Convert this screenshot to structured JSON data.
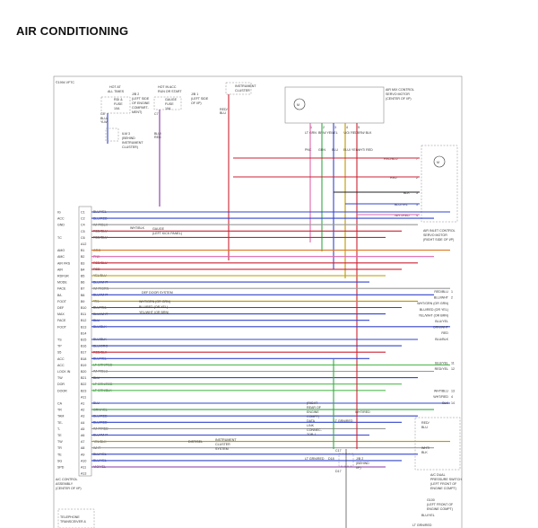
{
  "title": "AIR CONDITIONING",
  "copyright": "©1994 VFTC",
  "top_boxes": [
    {
      "id": "at",
      "lines": [
        "HOT AT",
        "ALL TIMES"
      ]
    },
    {
      "id": "acc",
      "lines": [
        "HOT IN ACC",
        "RUN OR START"
      ]
    }
  ],
  "fuse_left": [
    "J/B 2",
    "(LEFT SIDE",
    "OF ENGINE",
    "COMPART-",
    "MENT)"
  ],
  "fuse_left_id": [
    "RDI &",
    "FUSE",
    "10A"
  ],
  "fuse_mid_id": [
    "GAUGE",
    "FUSE",
    "10A"
  ],
  "fuse_right": [
    "J/B 1",
    "(LEFT SIDE",
    "OF I/P)"
  ],
  "instrument_cluster_top": [
    "INSTRUMENT",
    "CLUSTER"
  ],
  "wire_top_labels": {
    "c8": "C8",
    "blu_ylw": [
      "BLU/",
      "YLW"
    ],
    "c7": "C7",
    "blu_red": [
      "BLU/",
      "RED"
    ],
    "reu_blu": [
      "RED/",
      "BLU"
    ]
  },
  "ilm_label": [
    "ILM 3",
    "(BEHIND",
    "INSTRUMENT",
    "CLUSTER)"
  ],
  "servo_top": [
    "AIR MIX CONTROL",
    "SERVO MOTOR",
    "(CENTER OF I/P)"
  ],
  "servo_top_pins": [
    "1",
    "2",
    "3",
    "4",
    "5"
  ],
  "servo_top_wires": [
    "LT GRN",
    "BRN/ YEL",
    "YEL",
    "VIO/ RED",
    "BRN/ BLK"
  ],
  "servo_bottom_wires": [
    "PNK",
    "GRN",
    "BLU",
    "BLU/ YEL",
    "WHT/ RED"
  ],
  "right_conn_wires": [
    {
      "label": "RED/BLU",
      "pin": "7"
    },
    {
      "label": "RED",
      "pin": "2"
    },
    {
      "label": "BLK",
      "pin": "5"
    },
    {
      "label": "BLU/YEL",
      "pin": "3"
    },
    {
      "label": "WHT/RED",
      "pin": "4"
    }
  ],
  "servo_right": [
    "AIR INLET CONTROL",
    "SERVO MOTOR",
    "(RIGHT SIDE OF I/P)"
  ],
  "left_pins": [
    {
      "pin": "C1",
      "wire": "BLU/YEL",
      "func": "IG"
    },
    {
      "pin": "C2",
      "wire": "BLU/RED",
      "func": "ACC"
    },
    {
      "pin": "C4",
      "wire": "WHT/BLK",
      "func": "GND"
    },
    {
      "pin": "C5",
      "wire": "RED/BLU",
      "func": ""
    },
    {
      "pin": "C6",
      "wire": "RED/BLU",
      "func": "TC"
    },
    {
      "pin": "A12",
      "wire": "",
      "func": ""
    },
    {
      "pin": "B1",
      "wire": "ORG",
      "func": "AMO"
    },
    {
      "pin": "B2",
      "wire": "PNK",
      "func": "AMC"
    },
    {
      "pin": "B3",
      "wire": "RED/BLU",
      "func": "AIR FRS"
    },
    {
      "pin": "B4",
      "wire": "RED",
      "func": "AIR"
    },
    {
      "pin": "B5",
      "wire": "YEL/BLU",
      "func": "RDFGR"
    },
    {
      "pin": "B6",
      "wire": "BLU/WHT",
      "func": "MODE"
    },
    {
      "pin": "B7",
      "wire": "WHT/GRN",
      "func": "FACE"
    },
    {
      "pin": "B8",
      "wire": "BLU/WHT",
      "func": "B/L"
    },
    {
      "pin": "B9",
      "wire": "YEL",
      "func": "FOOT"
    },
    {
      "pin": "B10",
      "wire": "BLU/YEL",
      "func": "DEF"
    },
    {
      "pin": "B11",
      "wire": "BLU/WHT",
      "func": "MAX"
    },
    {
      "pin": "B12",
      "wire": "BLU",
      "func": "FACE"
    },
    {
      "pin": "B13",
      "wire": "BLU/BLK",
      "func": "FOOT"
    },
    {
      "pin": "B14",
      "wire": "",
      "func": ""
    },
    {
      "pin": "B15",
      "wire": "BLU/BLK",
      "func": "TS"
    },
    {
      "pin": "B16",
      "wire": "BLU/ORG",
      "func": "TP"
    },
    {
      "pin": "B17",
      "wire": "RED/BLK",
      "func": "S5"
    },
    {
      "pin": "B18",
      "wire": "BLU/YEL",
      "func": "ACC"
    },
    {
      "pin": "B19",
      "wire": "LT GRN/RED",
      "func": "ACC"
    },
    {
      "pin": "B20",
      "wire": "WHT/BLU",
      "func": "LOCK IN"
    },
    {
      "pin": "B21",
      "wire": "BLU",
      "func": "TW"
    },
    {
      "pin": "B22",
      "wire": "LT GRN/RED",
      "func": "DOR"
    },
    {
      "pin": "B23",
      "wire": "LT GRN/BLK",
      "func": "DOOR"
    },
    {
      "pin": "A11",
      "wire": "",
      "func": ""
    },
    {
      "pin": "A1",
      "wire": "BLU",
      "func": "CA"
    },
    {
      "pin": "A2",
      "wire": "GRN/YEL",
      "func": "TR"
    },
    {
      "pin": "A3",
      "wire": "BLU/RED",
      "func": "TAM"
    },
    {
      "pin": "A4",
      "wire": "BLU/RED",
      "func": "TE-"
    },
    {
      "pin": "A5",
      "wire": "WHT/RED",
      "func": "T-"
    },
    {
      "pin": "A6",
      "wire": "BLU/WHT",
      "func": "TE"
    },
    {
      "pin": "A7",
      "wire": "YEL/BLK",
      "func": "TW"
    },
    {
      "pin": "A8",
      "wire": "WHT",
      "func": "TR"
    },
    {
      "pin": "A9",
      "wire": "BLU/YEL",
      "func": "TE"
    },
    {
      "pin": "A10",
      "wire": "BLU/YEL",
      "func": "SG"
    },
    {
      "pin": "A11",
      "wire": "VIO/YEL",
      "func": "SPD"
    },
    {
      "pin": "A13",
      "wire": "",
      "func": ""
    }
  ],
  "right_edge_labels": [
    {
      "label": "RED/BLU",
      "pin": "1"
    },
    {
      "label": "BLU/WHT",
      "pin": "2"
    },
    {
      "label": "WHT/GRN (OR GRN)",
      "pin": ""
    },
    {
      "label": "BLU/RED (OR YEL)",
      "pin": ""
    },
    {
      "label": "YEL/WHT (OR BRN)",
      "pin": ""
    },
    {
      "label": "BLU/YEL",
      "pin": ""
    },
    {
      "label": "GRN/WHT",
      "pin": ""
    },
    {
      "label": "RED",
      "pin": ""
    },
    {
      "label": "BLU/BLK",
      "pin": ""
    },
    {
      "label": "BLU/YEL",
      "pin": "11"
    },
    {
      "label": "RED/YEL",
      "pin": "12"
    },
    {
      "label": "WHT/BLU",
      "pin": "13"
    },
    {
      "label": "WHT/RED",
      "pin": "4"
    },
    {
      "label": "BLK",
      "pin": "14"
    }
  ],
  "mid_labels": [
    {
      "text": "GAUGE",
      "sub": "(LEFT KICK PANEL)"
    },
    {
      "text": "DEF DOOR SYSTEM"
    },
    {
      "text": "WHT/GRN (OR GRN)"
    },
    {
      "text": "BLU/RED (OR YEL)"
    },
    {
      "text": "YEL/WHT (OR BRN)"
    }
  ],
  "cluster_label": [
    "INSTRUMENT",
    "CLUSTER",
    "SYSTEM"
  ],
  "cluster_wire": "DIST/SEL",
  "engine_note": [
    "(RIGHT",
    "REAR OF",
    "ENGINE",
    "COMPT)",
    "DATA",
    "LINK",
    "CONNEC-",
    "TOR 1"
  ],
  "engine_wires": [
    "LT GRN/RED",
    "WHT/RED",
    "LT GRN/RED"
  ],
  "jb_note": [
    "J/B 2",
    "(BEHIND",
    "I/P)"
  ],
  "jb_pins": [
    "C17",
    "D18",
    "D17"
  ],
  "dual_switch": [
    "A/C DUAL",
    "PRESSURE SWITCH",
    "(LEFT FRONT OF",
    "ENGINE COMPT)"
  ],
  "dual_switch_wires": [
    "RED/",
    "BLU",
    "WHT/",
    "BLK"
  ],
  "ground": [
    "G100",
    "(LEFT FRONT OF",
    "ENGINE COMPT)"
  ],
  "ac_control": [
    "A/C CONTROL",
    "ASSEMBLY",
    "(CENTER OF I/P)"
  ],
  "transceiver": [
    "TELEPHONE",
    "TRANSCEIVER &"
  ],
  "bottom_right": [
    "BLU/YEL",
    "LT GRN/RED"
  ],
  "colors": {
    "accent": "#cc2233",
    "line": "#222222",
    "blue": "#3344cc",
    "purple": "#8833aa",
    "green": "#33aa44",
    "yellow": "#bb9900",
    "orange": "#dd7722"
  }
}
